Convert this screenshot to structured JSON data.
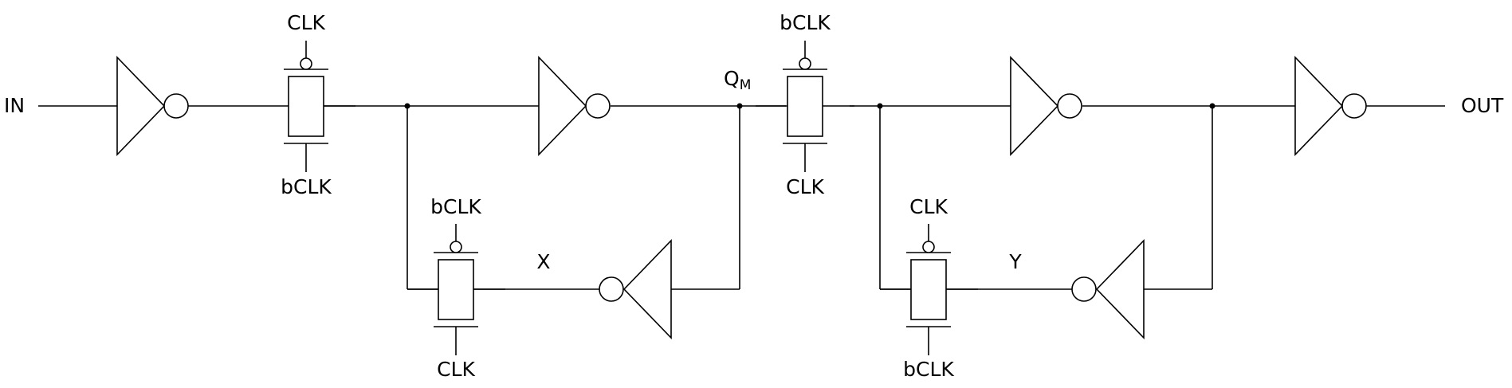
{
  "io": {
    "input": "IN",
    "output": "OUT"
  },
  "nodes": {
    "qm_main": "Q",
    "qm_sub": "M",
    "x": "X",
    "y": "Y"
  },
  "gates": {
    "tg1": {
      "top": "CLK",
      "bottom": "bCLK"
    },
    "tg2": {
      "top": "bCLK",
      "bottom": "CLK"
    },
    "tg3": {
      "top": "bCLK",
      "bottom": "CLK"
    },
    "tg4": {
      "top": "CLK",
      "bottom": "bCLK"
    }
  }
}
